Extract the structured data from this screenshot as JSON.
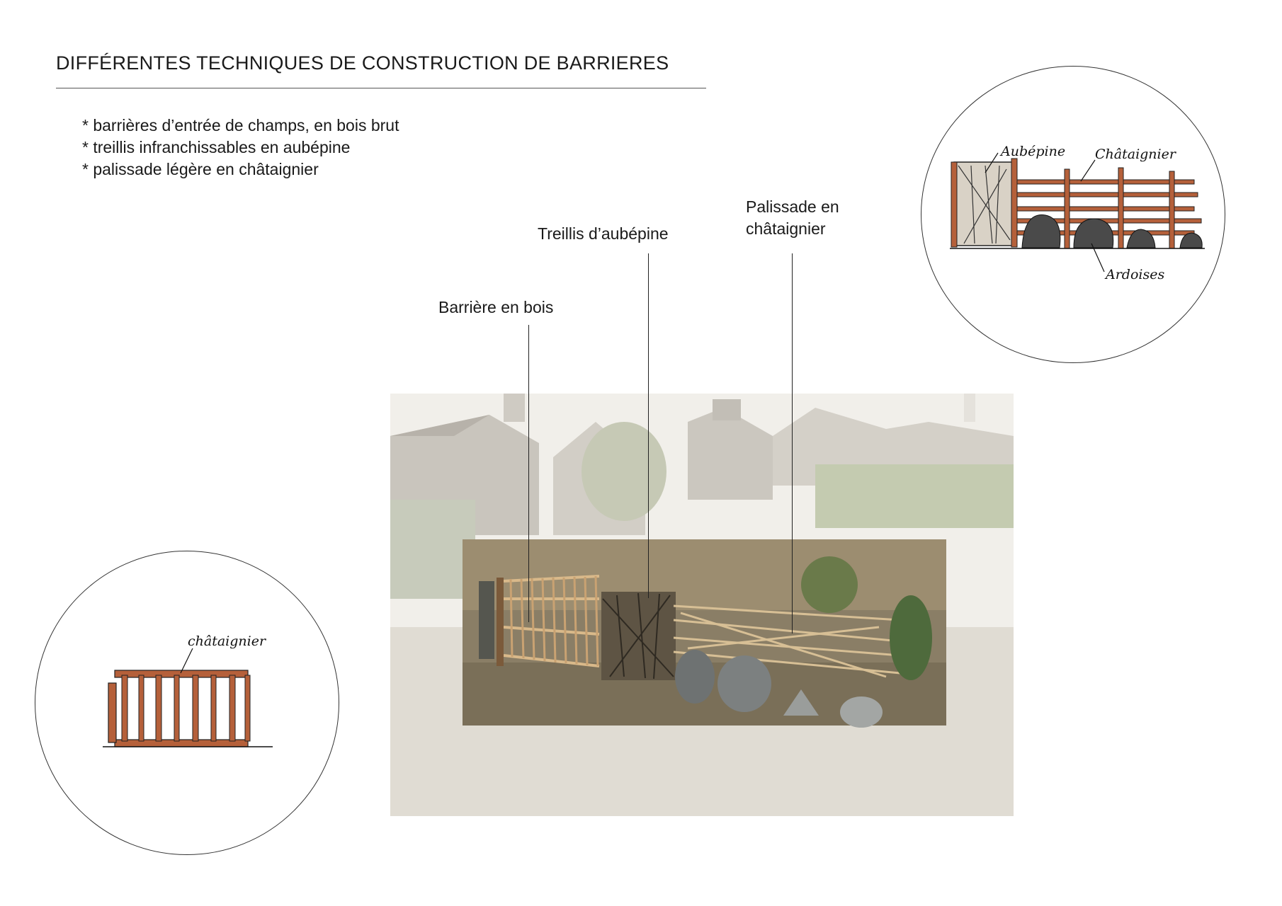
{
  "title": "DIFFÉRENTES TECHNIQUES DE CONSTRUCTION DE BARRIERES",
  "bullets": [
    "barrières d’entrée de champs, en bois brut",
    "treillis infranchissables en aubépine",
    "palissade légère en châtaignier"
  ],
  "callouts": {
    "barriere": "Barrière en bois",
    "treillis": "Treillis d’aubépine",
    "palissade_line1": "Palissade en",
    "palissade_line2": "châtaignier"
  },
  "sketch_top_right": {
    "label_aubepine": "Aubépine",
    "label_chataignier": "Châtaignier",
    "label_ardoises": "Ardoises"
  },
  "sketch_bottom_left": {
    "label_chataignier": "châtaignier"
  },
  "colors": {
    "wood": "#b5603a",
    "slate": "#4a4a4a",
    "photo_wash": "#e9e6df"
  }
}
